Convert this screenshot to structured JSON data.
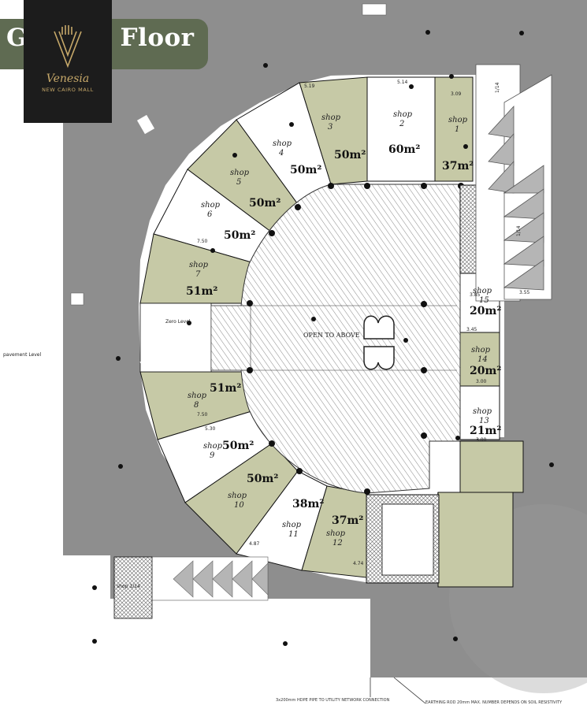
{
  "header": {
    "title": "Ground Floor",
    "logo_name": "Venesia",
    "logo_subtitle": "NEW CAIRO MALL"
  },
  "atrium": {
    "label": "OPEN TO ABOVE"
  },
  "shops": [
    {
      "number": "1",
      "label": "shop",
      "area": "37m²",
      "tone": "olive"
    },
    {
      "number": "2",
      "label": "shop",
      "area": "60m²",
      "tone": "white"
    },
    {
      "number": "3",
      "label": "shop",
      "area": "50m²",
      "tone": "olive"
    },
    {
      "number": "4",
      "label": "shop",
      "area": "50m²",
      "tone": "white"
    },
    {
      "number": "5",
      "label": "shop",
      "area": "50m²",
      "tone": "olive"
    },
    {
      "number": "6",
      "label": "shop",
      "area": "50m²",
      "tone": "white"
    },
    {
      "number": "7",
      "label": "shop",
      "area": "51m²",
      "tone": "olive"
    },
    {
      "number": "8",
      "label": "shop",
      "area": "51m²",
      "tone": "olive"
    },
    {
      "number": "9",
      "label": "shop",
      "area": "50m²",
      "tone": "white"
    },
    {
      "number": "10",
      "label": "shop",
      "area": "50m²",
      "tone": "olive"
    },
    {
      "number": "11",
      "label": "shop",
      "area": "38m²",
      "tone": "white"
    },
    {
      "number": "12",
      "label": "shop",
      "area": "37m²",
      "tone": "olive"
    },
    {
      "number": "13",
      "label": "shop",
      "area": "21m²",
      "tone": "white"
    },
    {
      "number": "14",
      "label": "shop",
      "area": "20m²",
      "tone": "olive"
    },
    {
      "number": "15",
      "label": "shop",
      "area": "20m²",
      "tone": "white"
    }
  ],
  "notes": {
    "ramp_1": "1/14",
    "ramp_2": "1/14",
    "shop_ramp": "shop 1/14",
    "pipe_note": "3x200mm HDPE PIPE TO UTILITY NETWORK CONNECTION",
    "earthing_note": "EARTHING ROD 20mm MAX. NUMBER DEPENDS ON SOIL RESISTIVITY",
    "zero_level": "Zero Level",
    "pavement_level": "pavement Level"
  },
  "colors": {
    "olive": "#c6c9a6",
    "white": "#ffffff",
    "ground": "#8e8e8e",
    "walkway": "#ffffff",
    "banner": "#5f6b52",
    "logo_bg": "#1c1c1c",
    "gold": "#c6a869"
  }
}
